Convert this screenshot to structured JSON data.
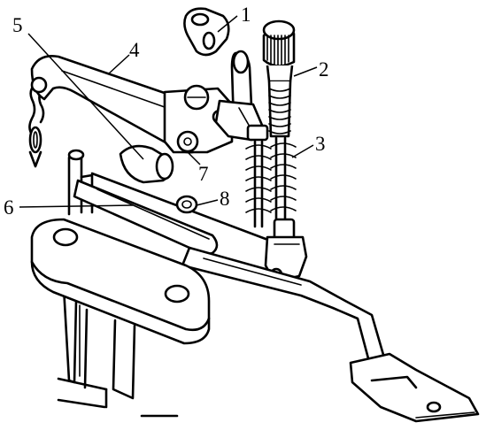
{
  "labels": [
    {
      "id": "1",
      "text": "1",
      "part": "lever"
    },
    {
      "id": "2",
      "text": "2",
      "part": "adjusting-screw"
    },
    {
      "id": "3",
      "text": "3",
      "part": "spring"
    },
    {
      "id": "4",
      "text": "4",
      "part": "lifting-lever"
    },
    {
      "id": "5",
      "text": "5",
      "part": "cam"
    },
    {
      "id": "6",
      "text": "6",
      "part": "connecting-rod"
    },
    {
      "id": "7",
      "text": "7",
      "part": "bracket"
    },
    {
      "id": "8",
      "text": "8",
      "part": "washer"
    }
  ]
}
